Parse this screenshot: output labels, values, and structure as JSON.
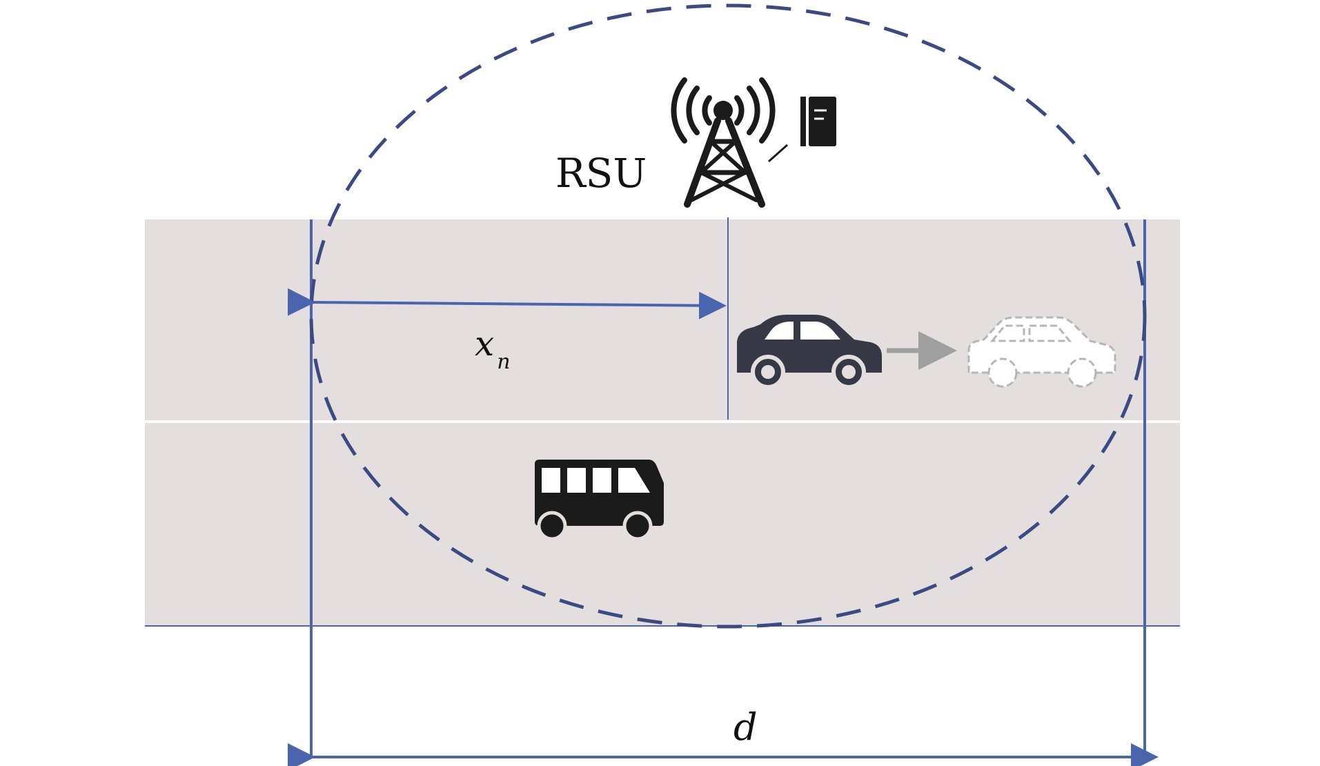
{
  "labels": {
    "rsu": "RSU",
    "vehicle_position": "x",
    "vehicle_position_sub": "n",
    "coverage_length": "d"
  },
  "icons": {
    "tower": "antenna-tower-icon",
    "server": "server-icon",
    "car": "car-icon",
    "car_future": "car-outline-icon",
    "bus": "bus-icon"
  },
  "colors": {
    "road": "#e4dfde",
    "line": "#4a64ad",
    "coverage": "#3b4a82",
    "vehicle": "#363945",
    "bus": "#1b1b1b",
    "motion_arrow": "#a0a0a0"
  }
}
